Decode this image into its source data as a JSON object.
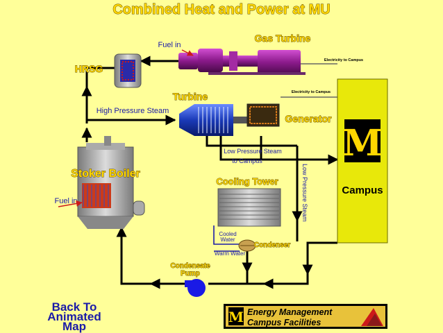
{
  "title": "Combined Heat and Power at MU",
  "labels": {
    "gas_turbine": "Gas Turbine",
    "hrsg": "HRSG",
    "turbine": "Turbine",
    "generator": "Generator",
    "stoker_boiler": "Stoker Boiler",
    "cooling_tower": "Cooling Tower",
    "campus": "Campus",
    "condenser": "Condenser",
    "condensate_pump_1": "Condensate",
    "condensate_pump_2": "Pump",
    "fuel_in_top": "Fuel in",
    "fuel_in_boiler": "Fuel in",
    "high_pressure_steam": "High Pressure Steam",
    "low_pressure_steam_to_campus_1": "Low Pressure Steam",
    "low_pressure_steam_to_campus_2": "to Campus",
    "low_pressure_steam_vertical": "Low Pressure Steam",
    "electricity_gas": "Electricity to Campus",
    "electricity_gen": "Electricity to Campus",
    "cooled_water_1": "Cooled",
    "cooled_water_2": "Water",
    "warm_water": "Warm Water"
  },
  "nav": {
    "back_line1": "Back To",
    "back_line2": "Animated",
    "back_line3": "Map"
  },
  "footer": {
    "line1": "Energy Management",
    "line2": "Campus Facilities"
  },
  "logo_letter": "M",
  "colors": {
    "background": "#FFFF99",
    "campus_box": "#E8E80A",
    "accent_label": "#FFD700",
    "pipe": "#000000",
    "text_blue": "#1a1aa8",
    "pump": "#1a1ae6",
    "gas_turbine": "#8B1A8B",
    "steam_turbine": "#1a3ab8"
  }
}
